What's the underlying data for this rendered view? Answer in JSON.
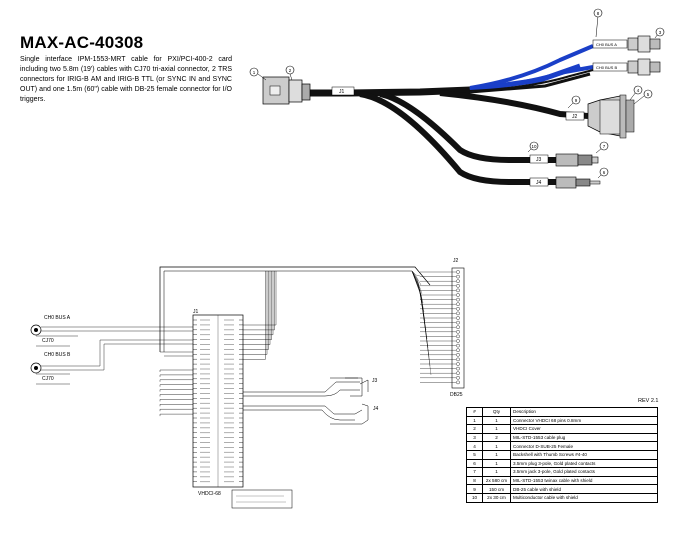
{
  "header": {
    "title": "MAX-AC-40308",
    "description": "Single interface IPM-1553-MRT cable for PXI/PCI-400-2 card including two 5.8m (19') cables with CJ70 tri-axial connector, 2 TRS connectors for IRIG-B AM and IRIG-B TTL (or SYNC IN and SYNC OUT) and one 1.5m (60\") cable with DB-25 female connector for I/O triggers."
  },
  "cable_labels": {
    "j1": "J1",
    "j2": "J2",
    "j3": "J3",
    "j4": "J4",
    "ch0_bus_a": "CH0 BUS A",
    "ch0_bus_b": "CH0 BUS B"
  },
  "schematic": {
    "j1_label": "J1",
    "j1_part": "VHDCI-68",
    "j2_label": "J2",
    "j2_part": "DB25",
    "j3_label": "J3",
    "j4_label": "J4",
    "ch0_bus_a": "CH0 BUS A",
    "ch0_bus_b": "CH0 BUS B",
    "cj70_a": "CJ70",
    "cj70_b": "CJ70"
  },
  "callouts": [
    "1",
    "2",
    "3",
    "4",
    "5",
    "6",
    "7",
    "8",
    "9",
    "10"
  ],
  "bom": {
    "revision": "REV 2.1",
    "headers": [
      "#",
      "Qty",
      "Description"
    ],
    "rows": [
      [
        "1",
        "1",
        "Connector VHDCI 68 pins 0.8mm"
      ],
      [
        "2",
        "1",
        "VHDCI Cover"
      ],
      [
        "3",
        "2",
        "MIL-STD-1553 cable plug"
      ],
      [
        "4",
        "1",
        "Connector D-SUB-25 Female"
      ],
      [
        "5",
        "1",
        "Backshell with Thumb Screws #4-40"
      ],
      [
        "6",
        "1",
        "3.5mm plug 3-pole, Gold plated contacts"
      ],
      [
        "7",
        "1",
        "3.5mm jack 3-pole, Gold plated contacts"
      ],
      [
        "8",
        "2x 580 cm",
        "MIL-STD-1553 twinax cable with shield"
      ],
      [
        "9",
        "150 cm",
        "DB-25 cable with shield"
      ],
      [
        "10",
        "2x 30 cm",
        "Multiconductor cable with shield"
      ]
    ]
  },
  "colors": {
    "cable_black": "#111111",
    "cable_blue": "#1a3fc8",
    "connector_gray": "#c8c8c8"
  }
}
